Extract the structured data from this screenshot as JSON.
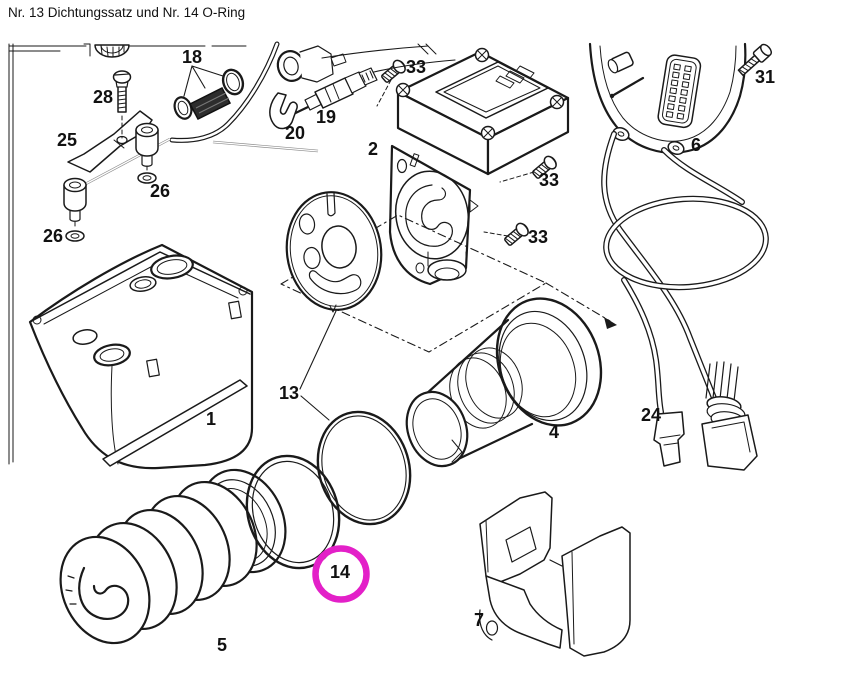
{
  "page": {
    "title": "Nr. 13 Dichtungssatz und Nr. 14 O-Ring"
  },
  "diagram": {
    "type": "exploded-parts-diagram",
    "subject": "Standheizung Ersatzteile (parking heater exploded view)",
    "highlight": {
      "part": "14",
      "shape": "circle",
      "color": "#e320c8"
    },
    "line_color": "#1a1a1a",
    "labels": [
      {
        "text": "18"
      },
      {
        "text": "28"
      },
      {
        "text": "25"
      },
      {
        "text": "26"
      },
      {
        "text": "26"
      },
      {
        "text": "1"
      },
      {
        "text": "13"
      },
      {
        "text": "5"
      },
      {
        "text": "14"
      },
      {
        "text": "2"
      },
      {
        "text": "19"
      },
      {
        "text": "20"
      },
      {
        "text": "33"
      },
      {
        "text": "33"
      },
      {
        "text": "33"
      },
      {
        "text": "6"
      },
      {
        "text": "31"
      },
      {
        "text": "24"
      },
      {
        "text": "4"
      },
      {
        "text": "7"
      }
    ]
  }
}
